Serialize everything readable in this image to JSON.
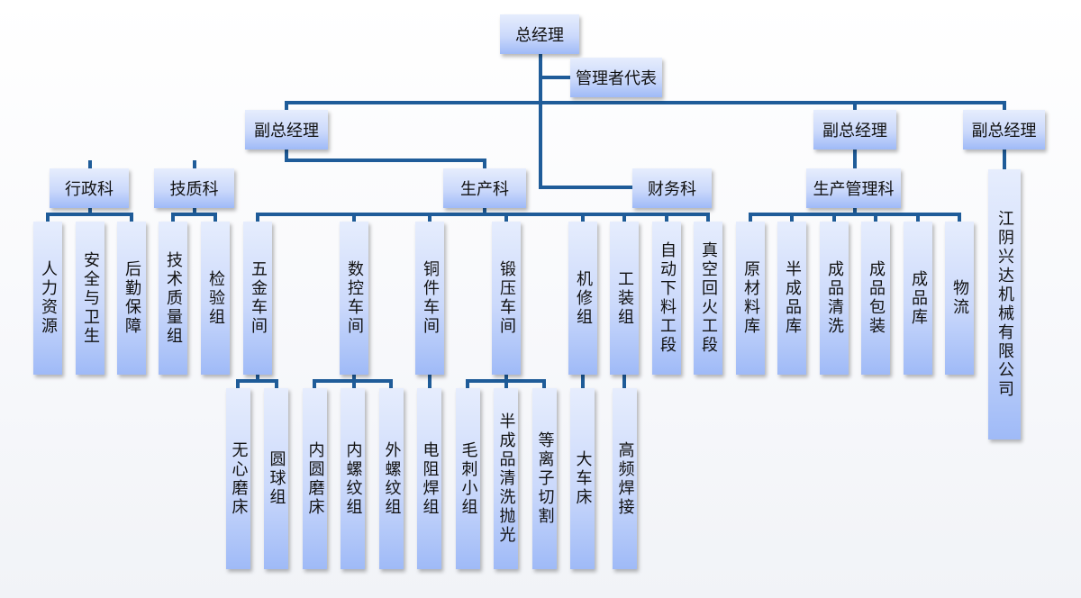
{
  "top": {
    "ceo": "总经理",
    "rep": "管理者代表"
  },
  "vps": [
    "副总经理",
    "副总经理",
    "副总经理"
  ],
  "depts": {
    "admin": "行政科",
    "tech": "技质科",
    "prod": "生产科",
    "finance": "财务科",
    "prodmgmt": "生产管理科",
    "company": "江阴兴达机械有限公司"
  },
  "admin_units": [
    "人力资源",
    "安全与卫生",
    "后勤保障"
  ],
  "tech_units": [
    "技术质量组",
    "检验组"
  ],
  "prod_units": [
    "五金车间",
    "数控车间",
    "铜件车间",
    "锻压车间",
    "机修组",
    "工装组",
    "自动下料工段",
    "真空回火工段"
  ],
  "prodmgmt_units": [
    "原材料库",
    "半成品库",
    "成品清洗",
    "成品包装",
    "成品库",
    "物流"
  ],
  "hardware_groups": [
    "无心磨床",
    "圆球组"
  ],
  "cnc_groups": [
    "内圆磨床",
    "内螺纹组",
    "外螺纹组"
  ],
  "copper_groups": [
    "电阻焊组"
  ],
  "forging_groups": [
    "毛刺小组",
    "半成品清洗抛光",
    "等离子切割"
  ],
  "repair_groups": [
    "大车床"
  ],
  "tooling_groups": [
    "高频焊接"
  ],
  "colors": {
    "line": "#1f5c99",
    "box_top": "#e6edfd",
    "box_bottom": "#9fbaf7"
  }
}
